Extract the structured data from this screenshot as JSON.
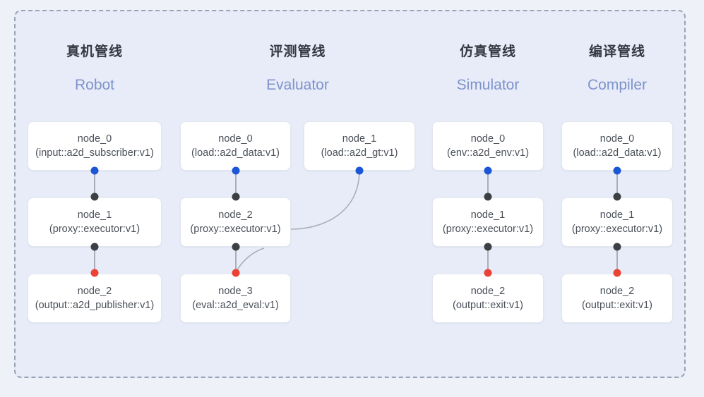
{
  "diagram": {
    "background_color": "#eef1f8",
    "panel_color": "#e7ecf8",
    "frame_border_color": "#9aa3b5",
    "accent_colors": {
      "heading": "#333a42",
      "subheading": "#7f93cb",
      "port_output": "#1a56d6",
      "port_input": "#3c4043",
      "port_terminal": "#ea4335",
      "edge": "#a9aeb8",
      "node_border": "#e3e6ee",
      "node_text": "#4a5058"
    }
  },
  "columns": [
    {
      "id": "robot",
      "title_cn": "真机管线",
      "title_en": "Robot",
      "nodes": [
        {
          "id": "node_0",
          "type": "(input::a2d_subscriber:v1)"
        },
        {
          "id": "node_1",
          "type": "(proxy::executor:v1)"
        },
        {
          "id": "node_2",
          "type": "(output::a2d_publisher:v1)"
        }
      ]
    },
    {
      "id": "evaluator",
      "title_cn": "评测管线",
      "title_en": "Evaluator",
      "nodes": [
        {
          "id": "node_0",
          "type": "(load::a2d_data:v1)"
        },
        {
          "id": "node_1",
          "type": "(load::a2d_gt:v1)"
        },
        {
          "id": "node_2",
          "type": "(proxy::executor:v1)"
        },
        {
          "id": "node_3",
          "type": "(eval::a2d_eval:v1)"
        }
      ]
    },
    {
      "id": "simulator",
      "title_cn": "仿真管线",
      "title_en": "Simulator",
      "nodes": [
        {
          "id": "node_0",
          "type": "(env::a2d_env:v1)"
        },
        {
          "id": "node_1",
          "type": "(proxy::executor:v1)"
        },
        {
          "id": "node_2",
          "type": "(output::exit:v1)"
        }
      ]
    },
    {
      "id": "compiler",
      "title_cn": "编译管线",
      "title_en": "Compiler",
      "nodes": [
        {
          "id": "node_0",
          "type": "(load::a2d_data:v1)"
        },
        {
          "id": "node_1",
          "type": "(proxy::executor:v1)"
        },
        {
          "id": "node_2",
          "type": "(output::exit:v1)"
        }
      ]
    }
  ]
}
